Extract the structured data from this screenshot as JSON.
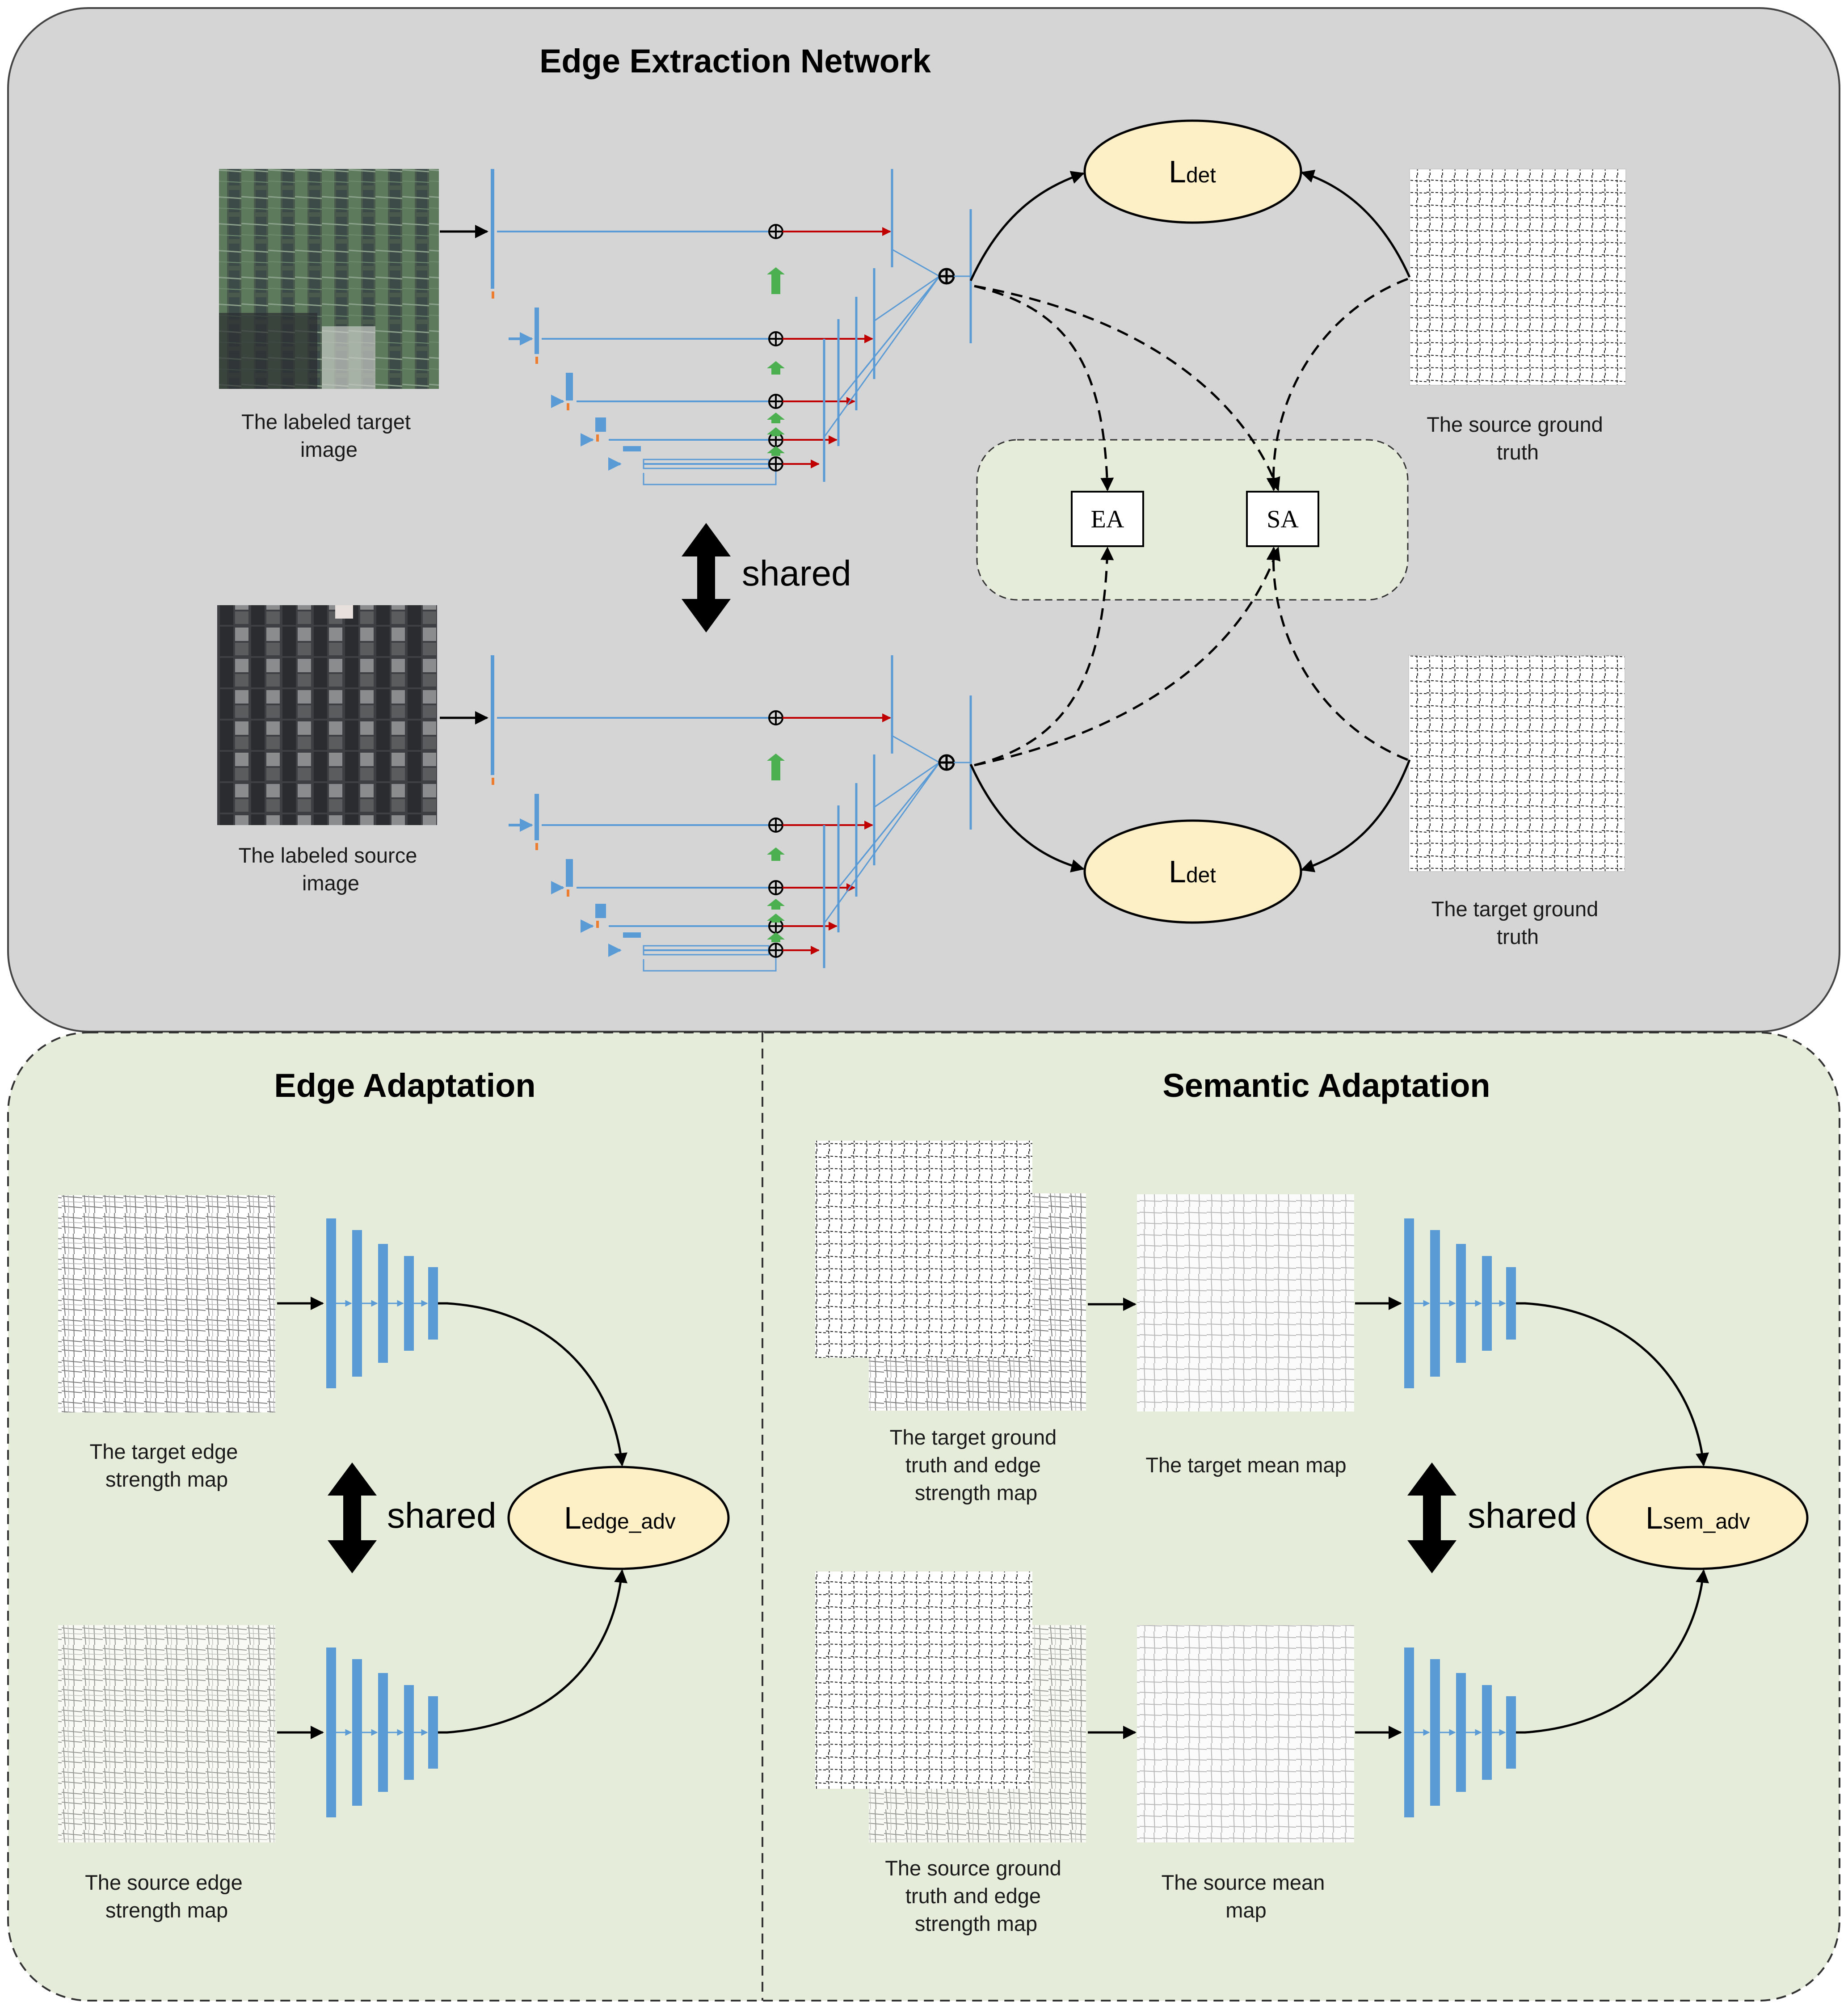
{
  "top_panel": {
    "title": "Edge Extraction Network",
    "target_image_label": [
      "The labeled target",
      "image"
    ],
    "source_image_label": [
      "The labeled source",
      "image"
    ],
    "shared_label": "shared",
    "loss_top": {
      "main": "L",
      "sub": "det"
    },
    "loss_bottom": {
      "main": "L",
      "sub": "det"
    },
    "source_gt_label": [
      "The source ground",
      "truth"
    ],
    "target_gt_label": [
      "The target ground",
      "truth"
    ],
    "ea_label": "EA",
    "sa_label": "SA"
  },
  "edge_adaptation": {
    "title": "Edge Adaptation",
    "target_map_label": [
      "The target edge",
      "strength map"
    ],
    "source_map_label": [
      "The source edge",
      "strength map"
    ],
    "shared_label": "shared",
    "loss": {
      "main": "L",
      "sub": "edge_adv"
    }
  },
  "semantic_adaptation": {
    "title": "Semantic Adaptation",
    "target_gt_label": [
      "The target ground",
      "truth and edge",
      "strength map"
    ],
    "target_mean_label": [
      "The target mean map"
    ],
    "source_gt_label": [
      "The source ground",
      "truth and edge",
      "strength map"
    ],
    "source_mean_label": [
      "The source mean",
      "map"
    ],
    "shared_label": "shared",
    "loss": {
      "main": "L",
      "sub": "sem_adv"
    }
  },
  "colors": {
    "top_panel_bg": "#d5d5d5",
    "bottom_panel_bg": "#e5ecda",
    "loss_fill": "#fdf0c7",
    "network_blue": "#5b9bd5",
    "arrow_red": "#c00000",
    "arrow_green": "#4caf50",
    "arrow_orange": "#ed7d31"
  }
}
